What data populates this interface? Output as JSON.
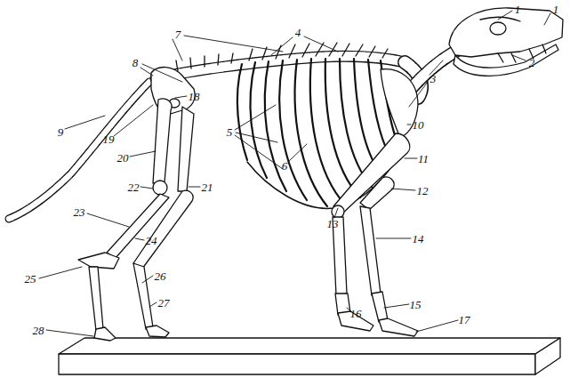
{
  "diagram": {
    "labels": [
      "1",
      "1",
      "2",
      "3",
      "4",
      "5",
      "6",
      "7",
      "8",
      "9",
      "10",
      "11",
      "12",
      "13",
      "14",
      "15",
      "16",
      "17",
      "18",
      "19",
      "20",
      "21",
      "22",
      "23",
      "24",
      "25",
      "26",
      "27",
      "28"
    ]
  }
}
